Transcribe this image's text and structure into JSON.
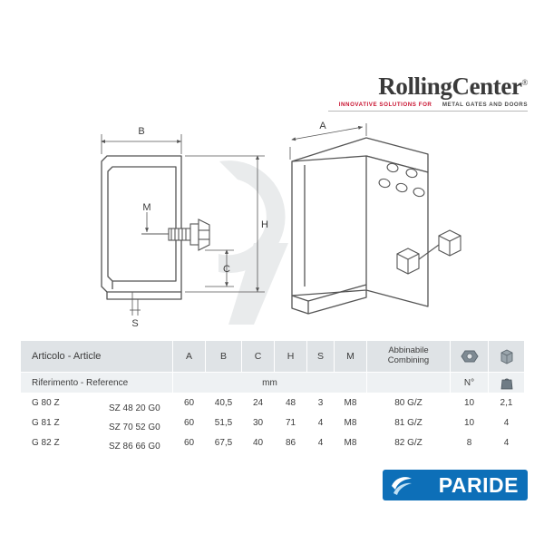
{
  "brand": {
    "logo_main_part1": "R",
    "logo_main_part2": "olling",
    "logo_main_part3": "C",
    "logo_main_part4": "enter",
    "logo_registered": "®",
    "logo_tagline_red": "INNOVATIVE SOLUTIONS FOR",
    "logo_tagline_grey": "METAL GATES AND DOORS"
  },
  "drawing": {
    "dim_b": "B",
    "dim_a": "A",
    "dim_h": "H",
    "dim_c": "C",
    "dim_m": "M",
    "dim_s": "S"
  },
  "table": {
    "headers": {
      "article": "Articolo - Article",
      "a": "A",
      "b": "B",
      "c": "C",
      "h": "H",
      "s": "S",
      "m": "M",
      "combining_line1": "Abbinabile",
      "combining_line2": "Combining",
      "nut_icon": "hex-nut-icon",
      "box_icon": "box-icon"
    },
    "subheaders": {
      "reference": "Riferimento - Reference",
      "unit": "mm",
      "quantity": "N°",
      "weight_icon": "weight-kg-icon"
    },
    "rows": [
      {
        "article": "G 80 Z",
        "reference": "SZ 48 20 G0",
        "a": "60",
        "b": "40,5",
        "c": "24",
        "h": "48",
        "s": "3",
        "m": "M8",
        "combining": "80 G/Z",
        "quantity": "10",
        "weight": "2,1"
      },
      {
        "article": "G 81 Z",
        "reference": "SZ 70 52 G0",
        "a": "60",
        "b": "51,5",
        "c": "30",
        "h": "71",
        "s": "4",
        "m": "M8",
        "combining": "81 G/Z",
        "quantity": "10",
        "weight": "4"
      },
      {
        "article": "G 82 Z",
        "reference": "SZ 86 66 G0",
        "a": "60",
        "b": "67,5",
        "c": "40",
        "h": "86",
        "s": "4",
        "m": "M8",
        "combining": "82 G/Z",
        "quantity": "8",
        "weight": "4"
      }
    ]
  },
  "footer": {
    "paride_label": "PARIDE",
    "paride_mark": "swoosh-icon"
  },
  "colors": {
    "accent_red": "#c8102e",
    "header_grey": "#dfe3e6",
    "subheader_grey": "#eef1f3",
    "paride_blue": "#0d6fb8",
    "line_grey": "#555555"
  }
}
